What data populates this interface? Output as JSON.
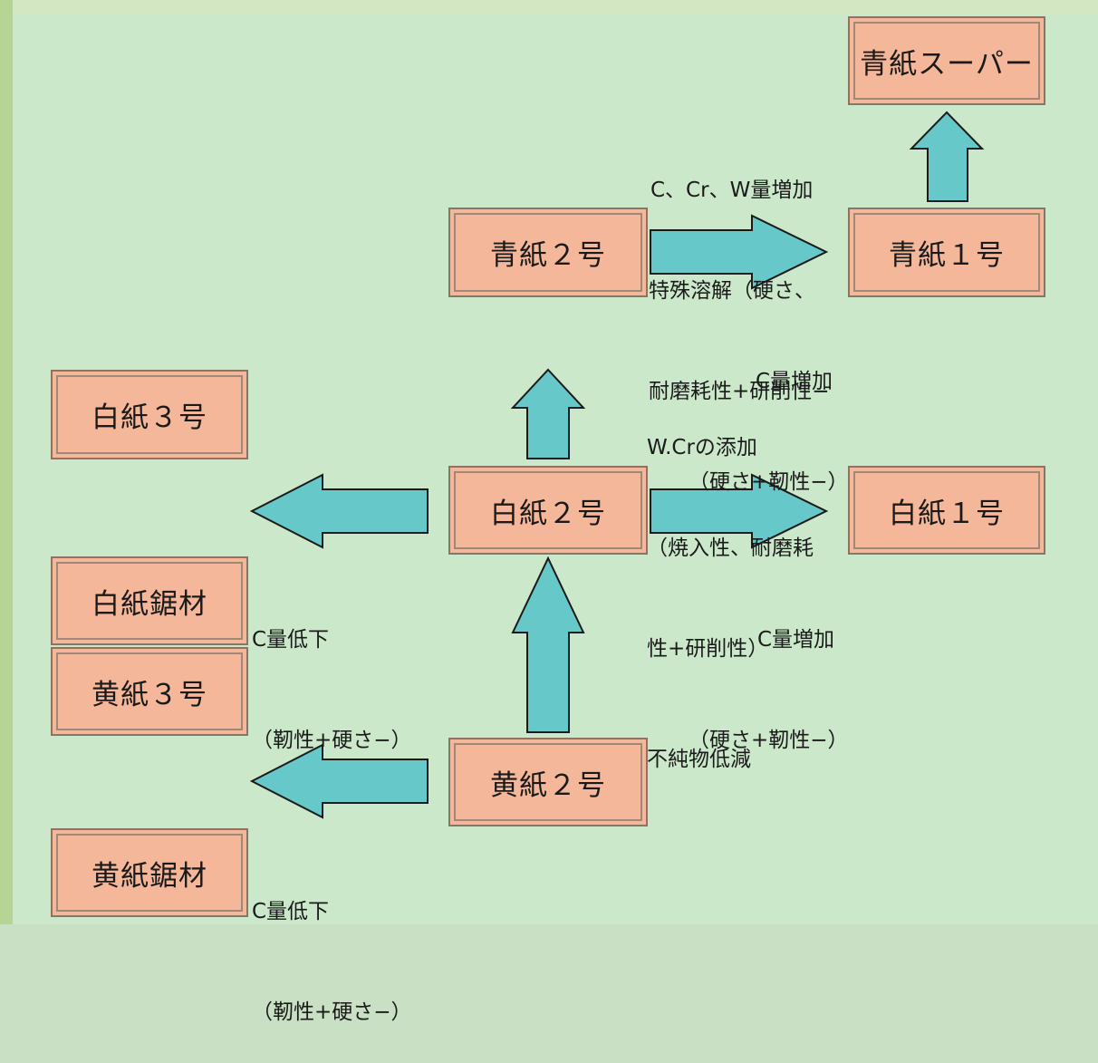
{
  "boxes": {
    "aogami_super": "青紙スーパー",
    "aogami_2": "青紙２号",
    "aogami_1": "青紙１号",
    "shirogami_3": "白紙３号",
    "shirogami_2": "白紙２号",
    "shirogami_1": "白紙１号",
    "shirogami_saw": "白紙鋸材",
    "kigami_3": "黄紙３号",
    "kigami_2": "黄紙２号",
    "kigami_saw": "黄紙鋸材"
  },
  "notes": {
    "aogami_1_to_super": [
      "C、Cr、W量増加",
      "特殊溶解（硬さ、",
      "耐磨耗性+研削性−"
    ],
    "aogami_2_to_1": [
      "C量増加",
      "（硬さ+靭性−）"
    ],
    "shirogami_2_to_aogami_2": [
      "W.Crの添加",
      "（焼入性、耐磨耗",
      "性+研削性）"
    ],
    "shirogami_2_to_3": [
      "C量低下",
      "（靭性+硬さ−）"
    ],
    "shirogami_2_to_1": [
      "C量増加",
      "（硬さ+靭性−）"
    ],
    "kigami_2_to_shirogami_2": [
      "不純物低減"
    ],
    "kigami_2_to_3": [
      "C量低下",
      "（靭性+硬さ−）"
    ]
  },
  "colors": {
    "box_fill": "#f4b79a",
    "arrow_fill": "#66c8c8",
    "background": "#cce8cb"
  }
}
